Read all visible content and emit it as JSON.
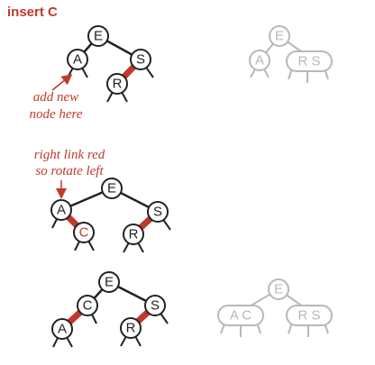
{
  "title": "insert C",
  "notes": {
    "add_node": [
      "add new",
      "node here"
    ],
    "rotate": [
      "right link red",
      "so rotate left"
    ]
  },
  "colors": {
    "red_link": "#c0392b",
    "annotation": "#c0392b",
    "black_link": "#222222",
    "faded": "#b8b8b8"
  },
  "trees": [
    {
      "name": "initial-tree",
      "nodes": [
        "E",
        "A",
        "S",
        "R"
      ],
      "red_links": [
        "S-R"
      ]
    },
    {
      "name": "after-insert-tree",
      "nodes": [
        "E",
        "A",
        "C",
        "S",
        "R"
      ],
      "red_links": [
        "A-C",
        "S-R"
      ],
      "red_keys": [
        "C"
      ]
    },
    {
      "name": "rotated-tree",
      "nodes": [
        "E",
        "C",
        "A",
        "S",
        "R"
      ],
      "red_links": [
        "C-A",
        "S-R"
      ]
    }
  ],
  "two_three_trees": [
    {
      "name": "23-tree-before",
      "root": "E",
      "children": [
        "A",
        "R S"
      ]
    },
    {
      "name": "23-tree-after",
      "root": "E",
      "children": [
        "A C",
        "R S"
      ]
    }
  ]
}
